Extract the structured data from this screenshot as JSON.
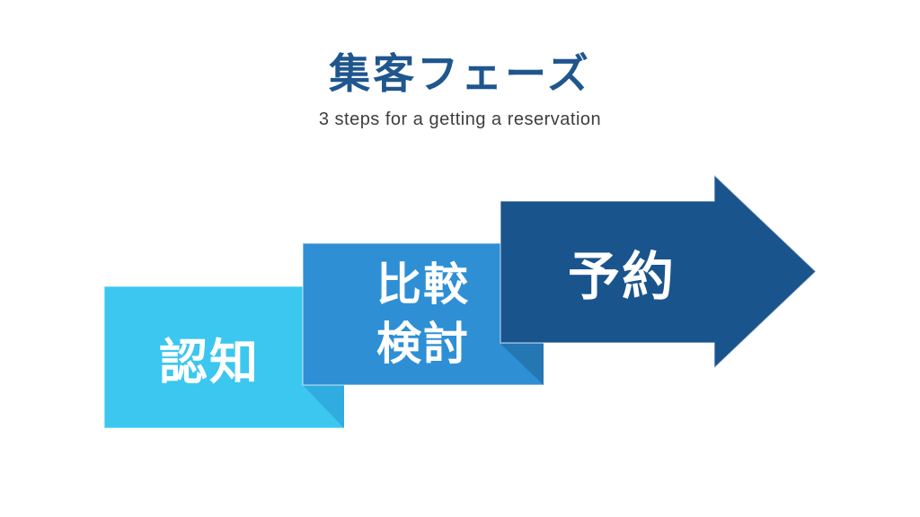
{
  "slide": {
    "title": "集客フェーズ",
    "subtitle": "3 steps for a getting a reservation",
    "title_color": "#20568e",
    "subtitle_color": "#3e3e3e",
    "background_color": "#ffffff"
  },
  "diagram": {
    "type": "process-arrow",
    "direction": "left-to-right",
    "steps": [
      {
        "order": 1,
        "label": "認知",
        "shape": "rectangle",
        "fill": "#3bc7ef",
        "text_color": "#ffffff"
      },
      {
        "order": 2,
        "label": "比較検討",
        "label_lines": [
          "比較",
          "検討"
        ],
        "shape": "rectangle",
        "fill": "#2e8fd5",
        "text_color": "#ffffff"
      },
      {
        "order": 3,
        "label": "予約",
        "shape": "arrow-right",
        "fill": "#1a548c",
        "text_color": "#ffffff"
      }
    ],
    "fold_shadows": [
      {
        "between": "step-1-and-step-2",
        "fill": "#31acde"
      },
      {
        "between": "step-2-and-step-3",
        "fill": "#2577b4"
      }
    ]
  }
}
